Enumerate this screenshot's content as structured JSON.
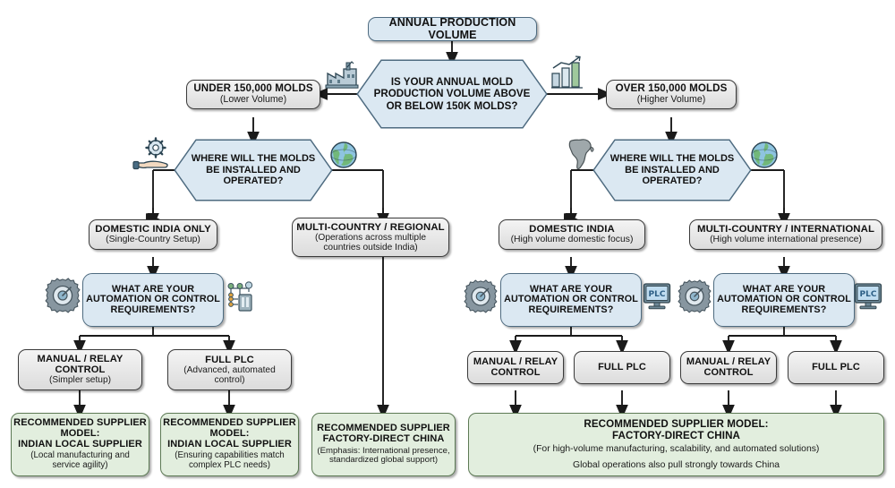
{
  "diagram": {
    "title": "Annual Production Volume Supplier Selection Flowchart",
    "colors": {
      "box_gray": "#dcdcdc",
      "box_blue": "#dbe8f2",
      "box_green": "#e2eede",
      "line": "#1a1a1a",
      "border_gray": "#3a3a3a",
      "border_blue": "#4e6b80",
      "border_green": "#5d7a55"
    }
  },
  "nodes": {
    "start": {
      "label": "ANNUAL PRODUCTION VOLUME"
    },
    "q_volume": {
      "line1": "IS YOUR ANNUAL MOLD",
      "line2": "PRODUCTION VOLUME ABOVE",
      "line3": "OR BELOW 150K MOLDS?",
      "icon_left": "factory-icon",
      "icon_right": "bar-chart-growth-icon"
    },
    "under": {
      "title": "UNDER 150,000 MOLDS",
      "sub": "(Lower Volume)"
    },
    "over": {
      "title": "OVER 150,000 MOLDS",
      "sub": "(Higher Volume)"
    },
    "q_install_left": {
      "line1": "WHERE WILL THE MOLDS",
      "line2": "BE INSTALLED AND",
      "line3": "OPERATED?",
      "icon_left": "hand-holding-gear-icon",
      "icon_right": "globe-icon"
    },
    "q_install_right": {
      "line1": "WHERE WILL THE MOLDS",
      "line2": "BE INSTALLED AND",
      "line3": "OPERATED?",
      "icon_left": "india-map-icon",
      "icon_right": "globe-icon"
    },
    "loc_l1": {
      "title": "DOMESTIC INDIA ONLY",
      "sub": "(Single-Country Setup)"
    },
    "loc_l2": {
      "title": "MULTI-COUNTRY / REGIONAL",
      "sub1": "(Operations across multiple",
      "sub2": "countries outside India)"
    },
    "loc_r1": {
      "title": "DOMESTIC INDIA",
      "sub": "(High volume domestic focus)"
    },
    "loc_r2": {
      "title": "MULTI-COUNTRY / INTERNATIONAL",
      "sub": "(High volume international presence)"
    },
    "q_auto_1": {
      "line1": "WHAT ARE YOUR",
      "line2": "AUTOMATION OR CONTROL",
      "line3": "REQUIREMENTS?",
      "icon_left": "gear-target-icon",
      "icon_right": "network-plc-icon"
    },
    "q_auto_2": {
      "line1": "WHAT ARE YOUR",
      "line2": "AUTOMATION OR CONTROL",
      "line3": "REQUIREMENTS?",
      "icon_left": "gear-target-icon",
      "icon_right": "plc-monitor-icon"
    },
    "q_auto_3": {
      "line1": "WHAT ARE YOUR",
      "line2": "AUTOMATION OR CONTROL",
      "line3": "REQUIREMENTS?",
      "icon_left": "gear-target-icon",
      "icon_right": "plc-monitor-icon"
    },
    "ctl_1": {
      "t1a": "MANUAL / RELAY",
      "t1b": "CONTROL",
      "sub": "(Simpler setup)"
    },
    "ctl_2": {
      "t1a": "FULL PLC",
      "sub1": "(Advanced, automated",
      "sub2": "control)"
    },
    "ctl_3": {
      "t1a": "MANUAL / RELAY",
      "t1b": "CONTROL"
    },
    "ctl_4": {
      "t1a": "FULL PLC"
    },
    "ctl_5": {
      "t1a": "MANUAL / RELAY",
      "t1b": "CONTROL"
    },
    "ctl_6": {
      "t1a": "FULL PLC"
    },
    "rec_1": {
      "h1": "RECOMMENDED SUPPLIER",
      "h2": "MODEL:",
      "h3": "INDIAN LOCAL SUPPLIER",
      "sub1": "(Local manufacturing and",
      "sub2": "service agility)"
    },
    "rec_2": {
      "h1": "RECOMMENDED SUPPLIER",
      "h2": "MODEL:",
      "h3": "INDIAN LOCAL SUPPLIER",
      "sub1": "(Ensuring capabilities match",
      "sub2": "complex PLC needs)"
    },
    "rec_3": {
      "h1": "RECOMMENDED SUPPLIER",
      "h2": "FACTORY-DIRECT CHINA",
      "sub1": "(Emphasis: International presence,",
      "sub2": "standardized global support)"
    },
    "rec_4": {
      "h1": "RECOMMENDED SUPPLIER MODEL:",
      "h2": "FACTORY-DIRECT CHINA",
      "sub1": "(For high-volume manufacturing, scalability, and automated solutions)",
      "sub2": "Global operations also pull strongly towards China"
    }
  }
}
